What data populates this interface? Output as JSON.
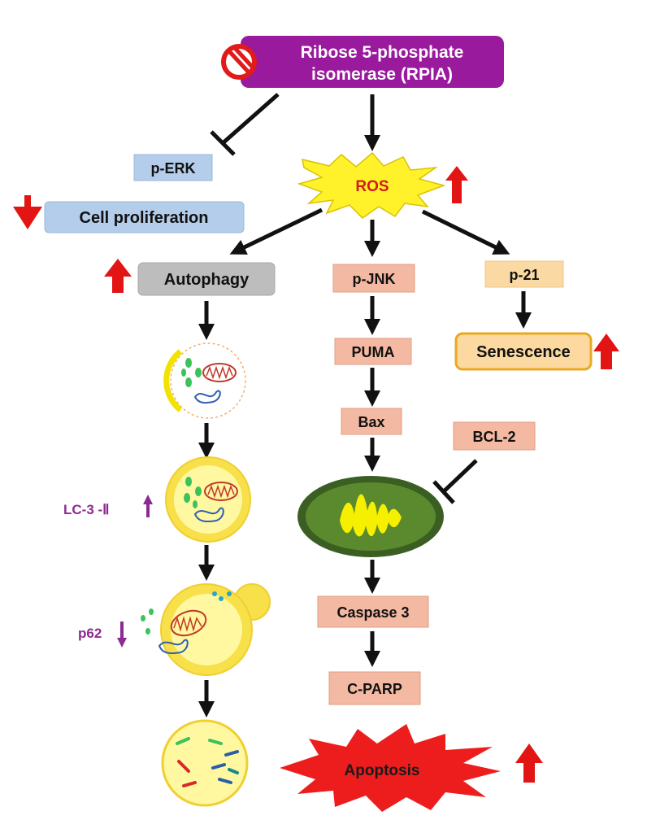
{
  "rpia": {
    "line1": "Ribose 5-phosphate",
    "line2": "isomerase (RPIA)"
  },
  "perk": {
    "label": "p-ERK"
  },
  "cell_proliferation": {
    "label": "Cell proliferation"
  },
  "ros": {
    "label": "ROS"
  },
  "autophagy": {
    "label": "Autophagy"
  },
  "pjnk": {
    "label": "p-JNK"
  },
  "p21": {
    "label": "p-21"
  },
  "senescence": {
    "label": "Senescence"
  },
  "puma": {
    "label": "PUMA"
  },
  "bax": {
    "label": "Bax"
  },
  "bcl2": {
    "label": "BCL-2"
  },
  "lc3": {
    "label": "LC-3 -Ⅱ"
  },
  "p62": {
    "label": "p62"
  },
  "caspase3": {
    "label": "Caspase 3"
  },
  "cparp": {
    "label": "C-PARP"
  },
  "apoptosis": {
    "label": "Apoptosis"
  },
  "colors": {
    "rpia": "#9a1a9e",
    "blue_box": "#b3cdea",
    "gray_box": "#bdbdbd",
    "salmon_box": "#f4b9a2",
    "peach_box": "#fbd9a3",
    "senescence_fill": "#fcd9a0",
    "senescence_border": "#e9a826",
    "ros_fill": "#fff22a",
    "ros_text": "#d31b1b",
    "red_arrow": "#e21414",
    "purple_text": "#8c2a92",
    "mito_outer": "#3b5f23",
    "mito_inner": "#5b8a2e",
    "apoptosis_burst": "#ee1d1d"
  }
}
